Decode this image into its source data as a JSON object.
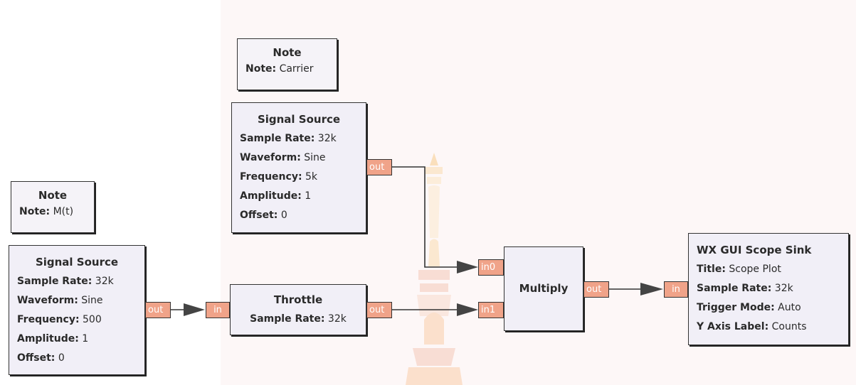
{
  "blocks": {
    "note_carrier": {
      "title": "Note",
      "params": [
        {
          "key": "Note:",
          "value": "Carrier"
        }
      ]
    },
    "source_carrier": {
      "title": "Signal Source",
      "params": [
        {
          "key": "Sample Rate:",
          "value": "32k"
        },
        {
          "key": "Waveform:",
          "value": "Sine"
        },
        {
          "key": "Frequency:",
          "value": "5k"
        },
        {
          "key": "Amplitude:",
          "value": "1"
        },
        {
          "key": "Offset:",
          "value": "0"
        }
      ],
      "out_port": "out"
    },
    "note_message": {
      "title": "Note",
      "params": [
        {
          "key": "Note:",
          "value": "M(t)"
        }
      ]
    },
    "source_message": {
      "title": "Signal Source",
      "params": [
        {
          "key": "Sample Rate:",
          "value": "32k"
        },
        {
          "key": "Waveform:",
          "value": "Sine"
        },
        {
          "key": "Frequency:",
          "value": "500"
        },
        {
          "key": "Amplitude:",
          "value": "1"
        },
        {
          "key": "Offset:",
          "value": "0"
        }
      ],
      "out_port": "out"
    },
    "throttle": {
      "title": "Throttle",
      "params": [
        {
          "key": "Sample Rate:",
          "value": "32k"
        }
      ],
      "in_port": "in",
      "out_port": "out"
    },
    "multiply": {
      "title": "Multiply",
      "in_ports": [
        "in0",
        "in1"
      ],
      "out_port": "out"
    },
    "scope_sink": {
      "title": "WX GUI Scope Sink",
      "params": [
        {
          "key": "Title:",
          "value": "Scope Plot"
        },
        {
          "key": "Sample Rate:",
          "value": "32k"
        },
        {
          "key": "Trigger Mode:",
          "value": "Auto"
        },
        {
          "key": "Y Axis Label:",
          "value": "Counts"
        }
      ],
      "in_port": "in"
    }
  },
  "colors": {
    "block_fill": "#f1eff7",
    "port_fill": "#f0a389",
    "connection": "#333333",
    "watermark": "#e8a040"
  },
  "icons": {
    "watermark": "temple-spire-watermark"
  }
}
